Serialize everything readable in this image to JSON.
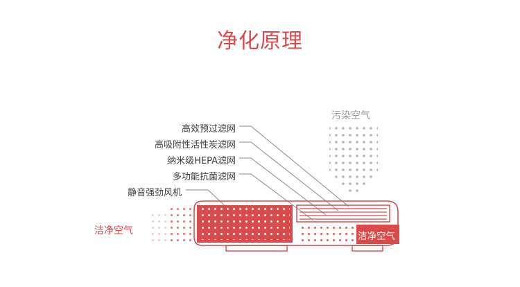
{
  "title": "净化原理",
  "labels": {
    "pre_filter": "高效预过滤网",
    "carbon_filter": "高吸附性活性炭滤网",
    "hepa_filter": "纳米级HEPA滤网",
    "antibacterial_filter": "多功能抗菌滤网",
    "fan": "静音强劲风机"
  },
  "polluted_air": "污染空气",
  "clean_air_left": "洁净空气",
  "clean_air_right": "洁净空气",
  "colors": {
    "accent": "#d94a4a",
    "gray_text": "#9a9a9a",
    "dark_text": "#3a3a3a"
  }
}
